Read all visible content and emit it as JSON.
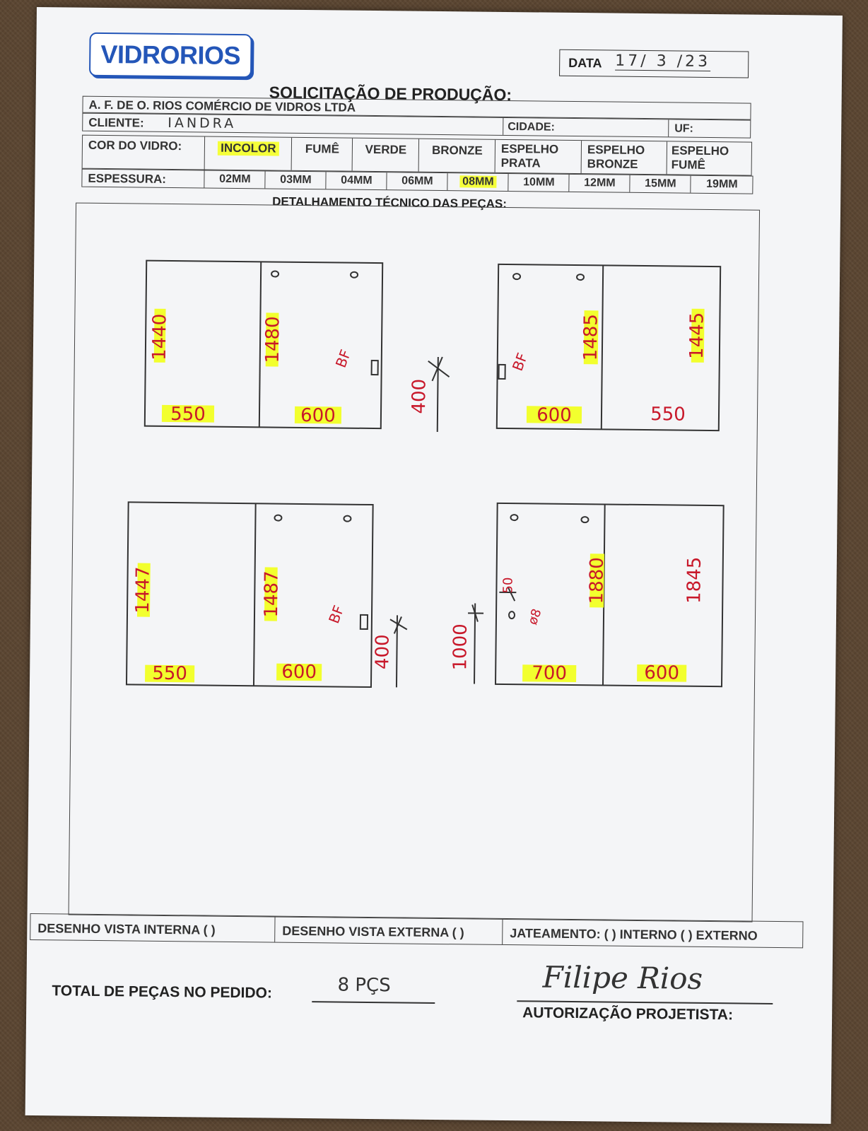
{
  "header": {
    "logo_text": "VIDRORIOS",
    "date_label": "DATA",
    "date_value": "17/ 3 /23",
    "title": "SOLICITAÇÃO DE PRODUÇÃO:",
    "company_name": "A. F. DE O. RIOS COMÉRCIO DE VIDROS LTDA",
    "client_label": "CLIENTE:",
    "client_value": "IANDRA",
    "city_label": "CIDADE:",
    "uf_label": "UF:"
  },
  "color_row": {
    "label": "COR DO VIDRO:",
    "options": [
      "INCOLOR",
      "FUMÊ",
      "VERDE",
      "BRONZE",
      "ESPELHO PRATA",
      "ESPELHO BRONZE",
      "ESPELHO FUMÊ"
    ],
    "selected": "INCOLOR"
  },
  "thickness_row": {
    "label": "ESPESSURA:",
    "options": [
      "02MM",
      "03MM",
      "04MM",
      "06MM",
      "08MM",
      "10MM",
      "12MM",
      "15MM",
      "19MM"
    ],
    "selected": "08MM"
  },
  "section_title": "DETALHAMENTO TÉCNICO DAS PEÇAS:",
  "drawings": {
    "top_left": {
      "left_height": "1440",
      "right_height": "1480",
      "left_width": "550",
      "right_width": "600",
      "note": "BF"
    },
    "top_right": {
      "left_height": "1485",
      "right_height": "1445",
      "left_width": "600",
      "right_width": "550",
      "note": "BF"
    },
    "bottom_left": {
      "left_height": "1447",
      "right_height": "1487",
      "left_width": "550",
      "right_width": "600",
      "note": "BF"
    },
    "bottom_right": {
      "left_height": "1880",
      "right_height": "1845",
      "left_width": "700",
      "right_width": "600",
      "hole_offset": "50",
      "hole_diameter": "ø8"
    },
    "center_dims": {
      "top": "400",
      "bottom_left": "400",
      "bottom_right": "1000"
    }
  },
  "footer_options": {
    "internal": "DESENHO VISTA INTERNA ( )",
    "external": "DESENHO VISTA EXTERNA ( )",
    "sandblast": "JATEAMENTO: ( ) INTERNO ( ) EXTERNO"
  },
  "totals": {
    "label": "TOTAL DE PEÇAS NO PEDIDO:",
    "value": "8 PÇS"
  },
  "authorization": {
    "signature": "Filipe Rios",
    "label": "AUTORIZAÇÃO PROJETISTA:"
  }
}
